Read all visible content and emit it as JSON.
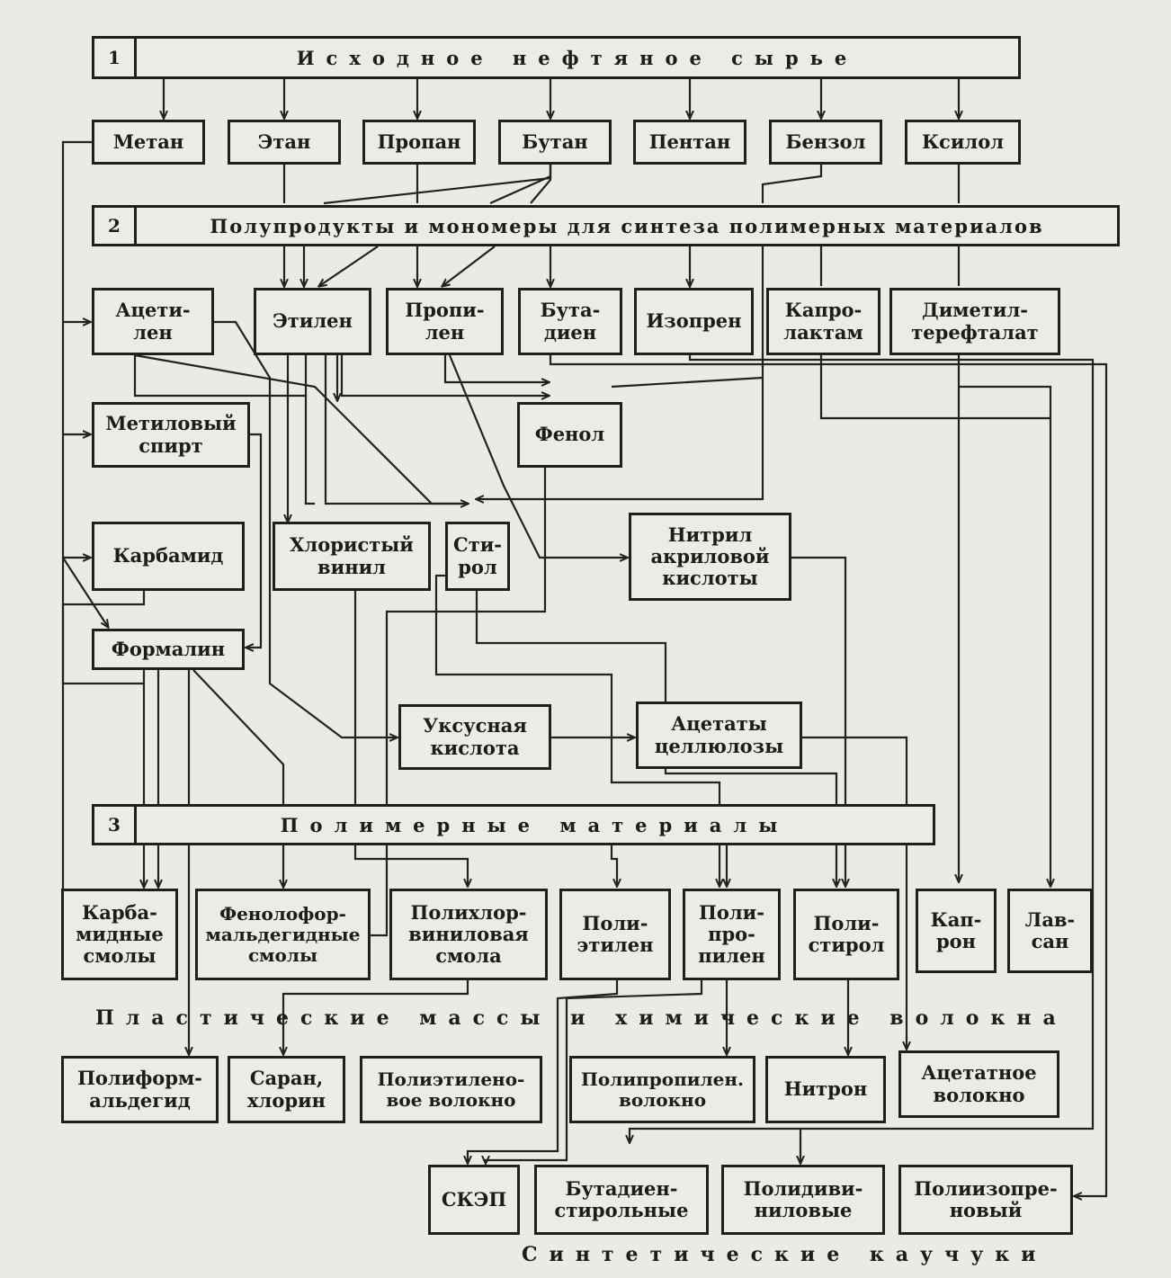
{
  "bands": {
    "b1": {
      "num": "1",
      "title": "Исходное нефтяное сырье"
    },
    "b2": {
      "num": "2",
      "title": "Полупродукты и мономеры для синтеза полимерных материалов"
    },
    "b3": {
      "num": "3",
      "title": "Полимерные материалы"
    }
  },
  "row1": [
    "Метан",
    "Этан",
    "Пропан",
    "Бутан",
    "Пентан",
    "Бензол",
    "Ксилол"
  ],
  "row2": [
    "Ацети-\nлен",
    "Этилен",
    "Пропи-\nлен",
    "Бута-\nдиен",
    "Изопрен",
    "Капро-\nлактам",
    "Диметил-\nтерефталат"
  ],
  "mid": {
    "metanol": "Метиловый\nспирт",
    "fenol": "Фенол",
    "karbamid": "Карбамид",
    "vinylchl": "Хлористый\nвинил",
    "stirol": "Сти-\nрол",
    "nitril": "Нитрил\nакриловой\nкислоты",
    "formalin": "Формалин",
    "acetic": "Уксусная\nкислота",
    "acetates": "Ацетаты\nцеллюлозы"
  },
  "polymers": [
    "Карба-\nмидные\nсмолы",
    "Фенолофор-\nмальдегидные\nсмолы",
    "Полихлор-\nвиниловая\nсмола",
    "Поли-\nэтилен",
    "Поли-\nпро-\nпилен",
    "Поли-\nстирол",
    "Кап-\nрон",
    "Лав-\nсан"
  ],
  "captions": {
    "plastics": "Пластические массы и химические волокна",
    "rubbers": "Синтетические каучуки"
  },
  "fibers": [
    "Полиформ-\nальдегид",
    "Саран,\nхлорин",
    "Полиэтилено-\nвое волокно",
    "Полипропилен.\nволокно",
    "Нитрон",
    "Ацетатное\nволокно"
  ],
  "rubbers": [
    "СКЭП",
    "Бутадиен-\nстирольные",
    "Полидиви-\nниловые",
    "Полиизопре-\nновый"
  ]
}
